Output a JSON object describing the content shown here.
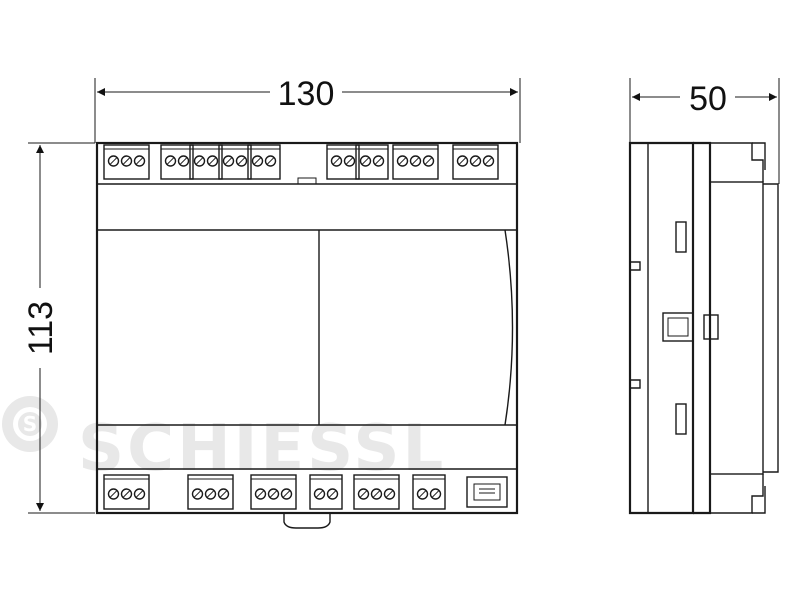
{
  "dimensions": {
    "width": "130",
    "height": "113",
    "depth": "50"
  },
  "watermark": {
    "brand": "SCHIESSL",
    "logo_letters": "S"
  },
  "front_view": {
    "top_terminal_blocks": [
      3,
      2,
      2,
      2,
      2,
      2,
      2,
      3,
      3
    ],
    "bottom_terminal_blocks": [
      3,
      3,
      3,
      2,
      3,
      2
    ],
    "has_rj_port": true
  }
}
